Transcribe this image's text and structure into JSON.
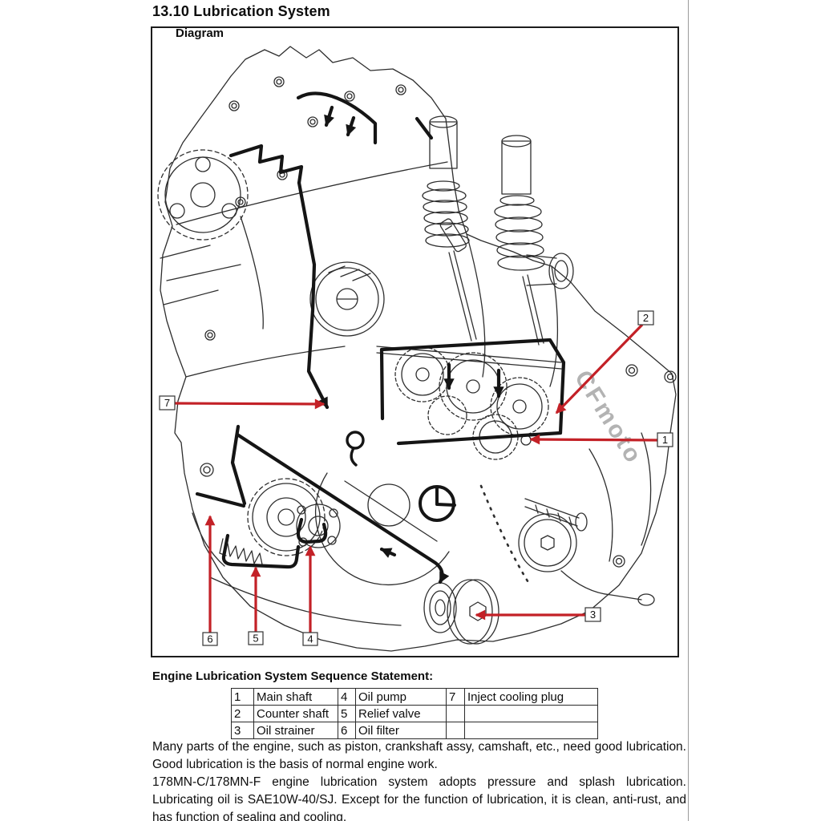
{
  "page": {
    "title": "13.10 Lubrication System",
    "diagram_label": "Diagram",
    "statement_heading": "Engine Lubrication System Sequence Statement:",
    "paragraphs": [
      "Many parts of the engine, such as piston, crankshaft assy, camshaft, etc., need good lubrication. Good lubrication is the basis of normal engine work.",
      "178MN-C/178MN-F engine lubrication system adopts pressure and splash lubrication. Lubricating oil is SAE10W-40/SJ. Except for the function of lubrication, it is clean, anti-rust, and has function of sealing and cooling."
    ]
  },
  "legend_rows": [
    [
      "1",
      "Main shaft",
      "4",
      "Oil pump",
      "7",
      "Inject cooling plug"
    ],
    [
      "2",
      "Counter shaft",
      "5",
      "Relief valve",
      "",
      ""
    ],
    [
      "3",
      "Oil strainer",
      "6",
      "Oil filter",
      "",
      ""
    ]
  ],
  "callouts": [
    "1",
    "2",
    "3",
    "4",
    "5",
    "6",
    "7"
  ],
  "engine": {
    "logo": "CFmoto"
  },
  "colors": {
    "arrow_red": "#c32127",
    "line_black": "#1b1b1b"
  }
}
